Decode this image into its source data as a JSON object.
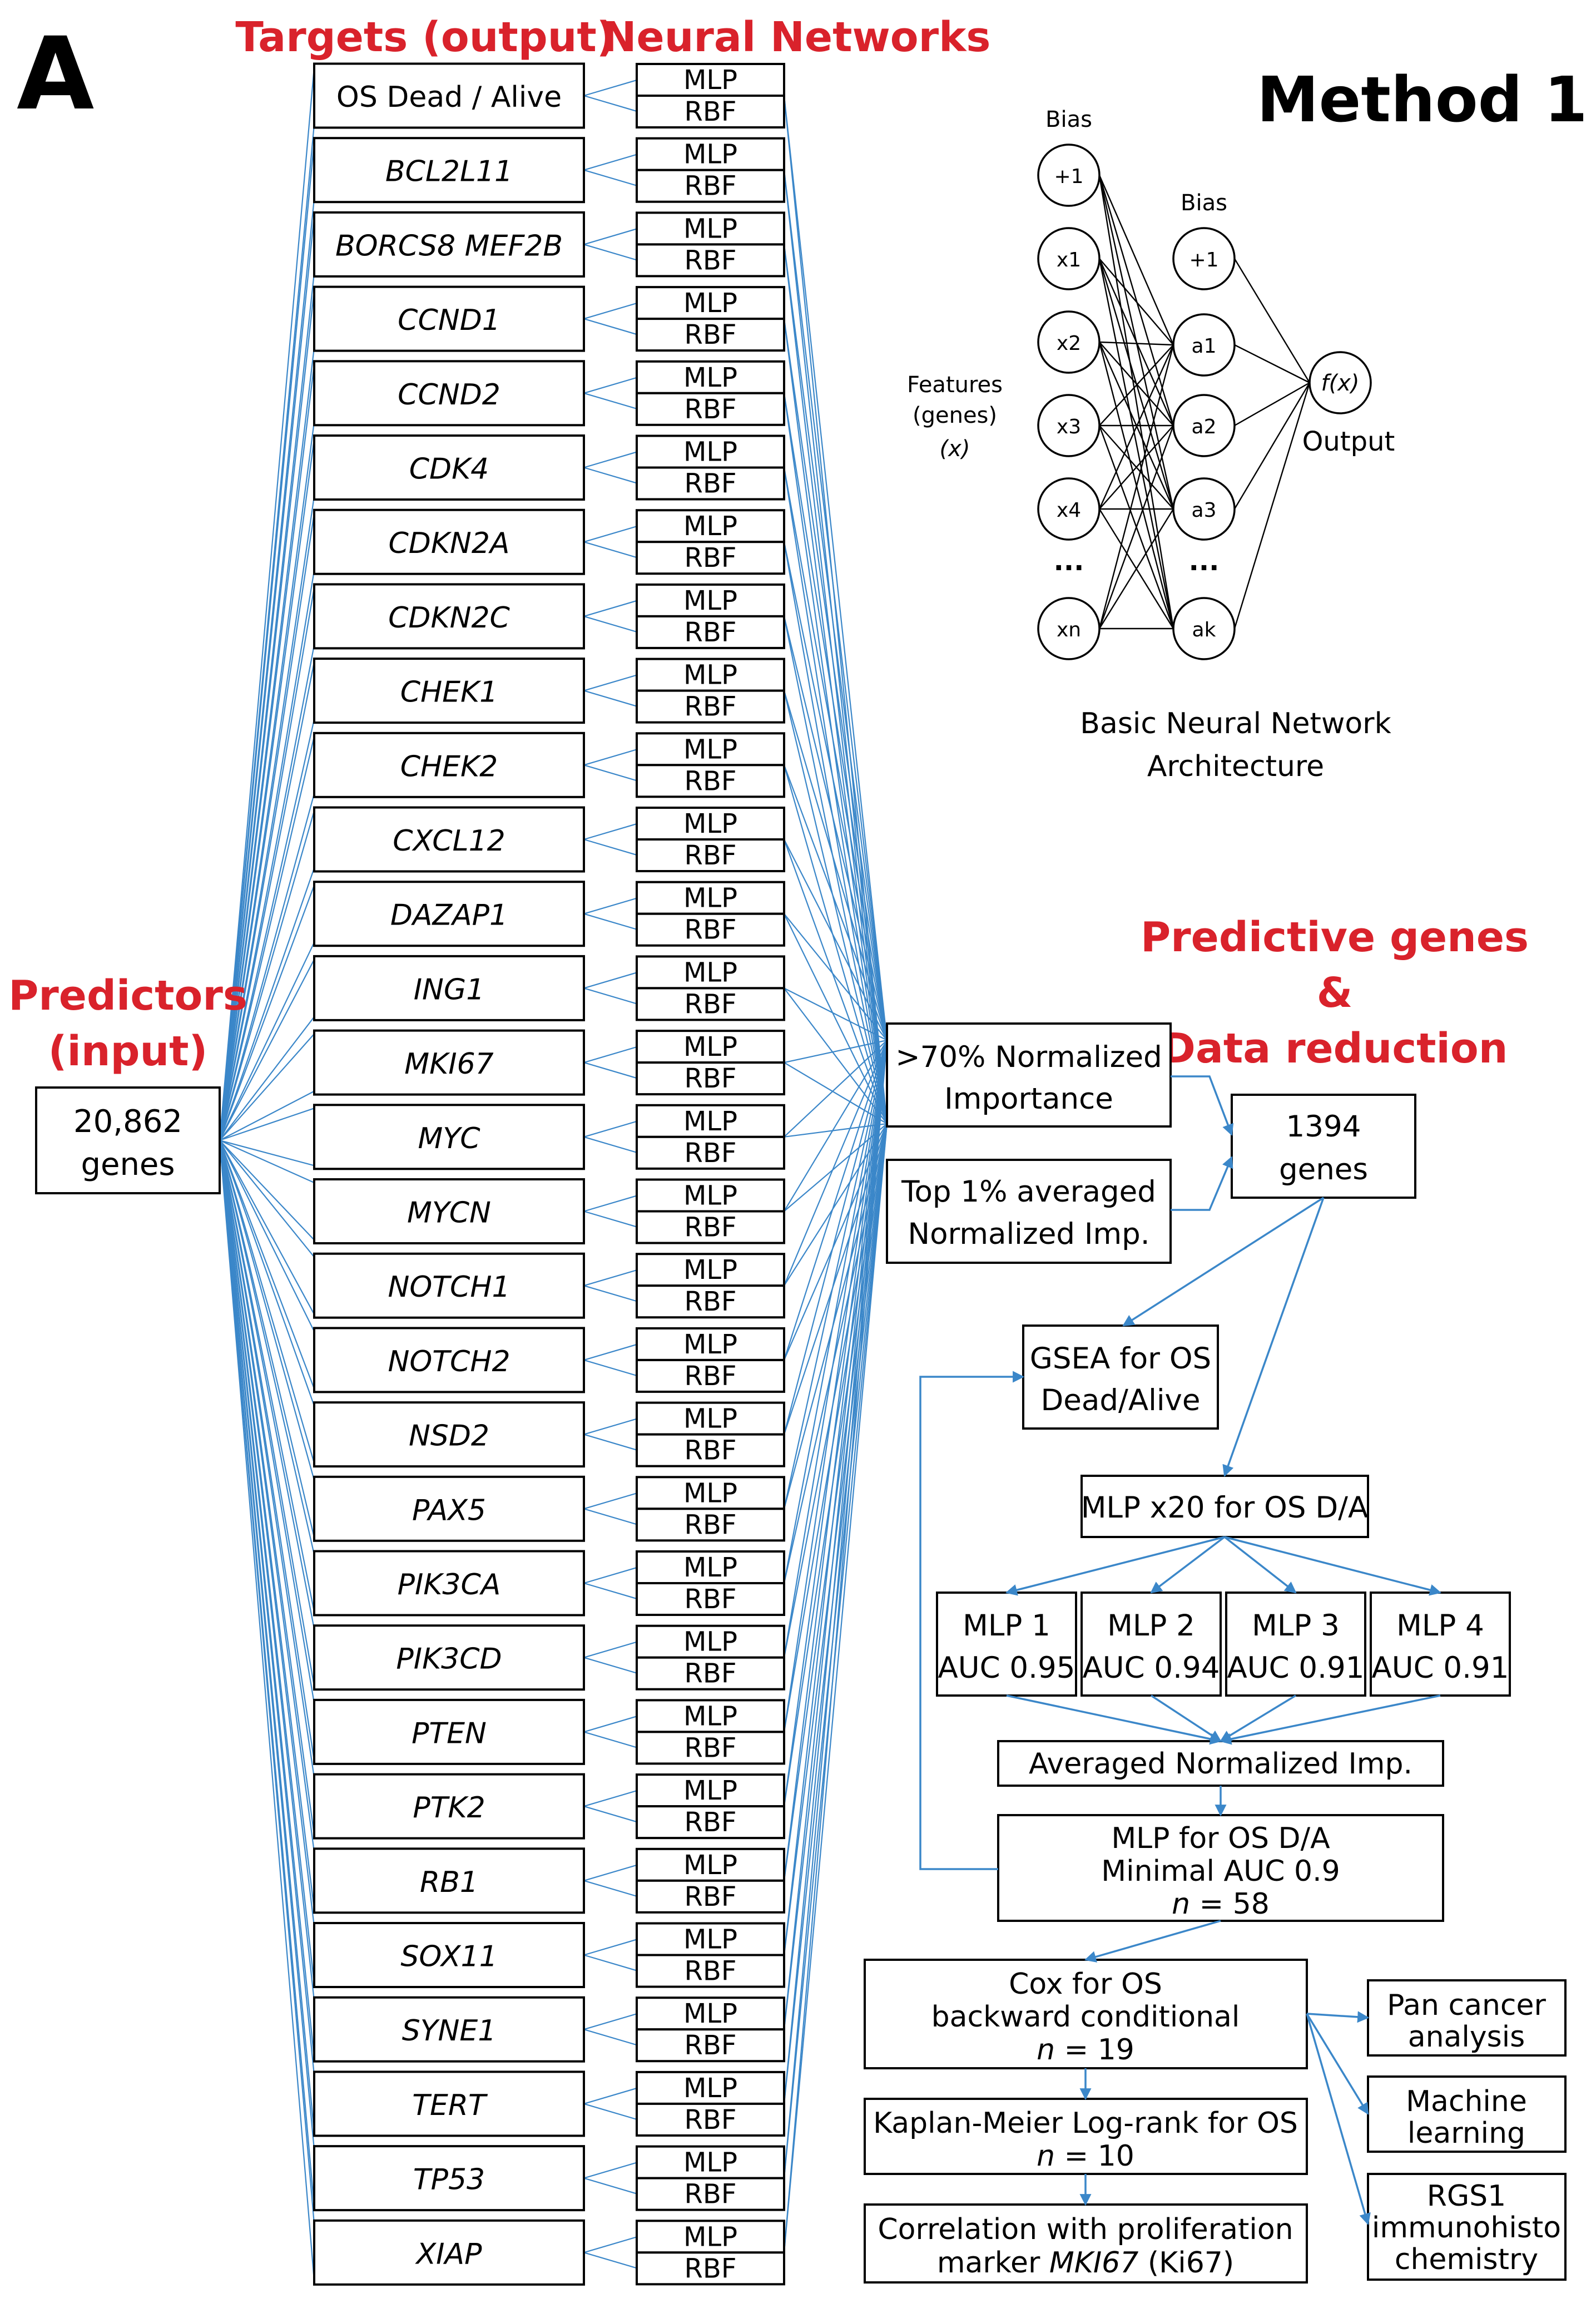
{
  "panel_label": "A",
  "method_title": "Method 1",
  "headers": {
    "targets": "Targets (output)",
    "networks": "Neural Networks",
    "predictors_line1": "Predictors",
    "predictors_line2": "(input)",
    "predictive_line1": "Predictive genes",
    "predictive_line2": "&",
    "predictive_line3": "Data reduction"
  },
  "input_box": {
    "line1": "20,862",
    "line2": "genes"
  },
  "targets": [
    "OS Dead / Alive",
    "BCL2L11",
    "BORCS8 MEF2B",
    "CCND1",
    "CCND2",
    "CDK4",
    "CDKN2A",
    "CDKN2C",
    "CHEK1",
    "CHEK2",
    "CXCL12",
    "DAZAP1",
    "ING1",
    "MKI67",
    "MYC",
    "MYCN",
    "NOTCH1",
    "NOTCH2",
    "NSD2",
    "PAX5",
    "PIK3CA",
    "PIK3CD",
    "PTEN",
    "PTK2",
    "RB1",
    "SOX11",
    "SYNE1",
    "TERT",
    "TP53",
    "XIAP"
  ],
  "nn_labels": {
    "top": "MLP",
    "bottom": "RBF"
  },
  "architecture": {
    "bias_label": "Bias",
    "bias_node": "+1",
    "input_nodes": [
      "+1",
      "x1",
      "x2",
      "x3",
      "x4",
      "xn"
    ],
    "hidden_nodes": [
      "+1",
      "a1",
      "a2",
      "a3",
      "ak"
    ],
    "ellipsis": "...",
    "features_line1": "Features",
    "features_line2": "(genes)",
    "features_line3": "(x)",
    "output_node": "f(x)",
    "output_label": "Output",
    "caption_line1": "Basic Neural Network",
    "caption_line2": "Architecture"
  },
  "flow": {
    "importance": {
      "line1": ">70% Normalized",
      "line2": "Importance"
    },
    "top1": {
      "line1": "Top 1% averaged",
      "line2": "Normalized Imp."
    },
    "genes1394": {
      "line1": "1394",
      "line2": "genes"
    },
    "gsea": {
      "line1": "GSEA for OS",
      "line2": "Dead/Alive"
    },
    "mlp20": "MLP x20 for OS D/A",
    "mlp_models": [
      {
        "name": "MLP 1",
        "auc": "AUC 0.95"
      },
      {
        "name": "MLP 2",
        "auc": "AUC 0.94"
      },
      {
        "name": "MLP 3",
        "auc": "AUC 0.91"
      },
      {
        "name": "MLP 4",
        "auc": "AUC 0.91"
      }
    ],
    "averaged": "Averaged Normalized Imp.",
    "mlp_final": {
      "line1": "MLP for OS D/A",
      "line2": "Minimal AUC 0.9",
      "n_label": "n",
      "n_value": " = 58"
    },
    "cox": {
      "line1": "Cox for OS",
      "line2": "backward conditional",
      "n_label": "n",
      "n_value": " = 19"
    },
    "km": {
      "line1": "Kaplan-Meier Log-rank for OS",
      "n_label": "n",
      "n_value": " = 10"
    },
    "corr": {
      "line1": "Correlation with proliferation",
      "line2_prefix": "marker ",
      "line2_gene": "MKI67",
      "line2_suffix": " (Ki67)"
    },
    "pan": {
      "line1": "Pan cancer",
      "line2": "analysis"
    },
    "ml": {
      "line1": "Machine",
      "line2": "learning"
    },
    "rgs1": {
      "line1": "RGS1",
      "line2": "immunohisto",
      "line3": "chemistry"
    }
  },
  "colors": {
    "accent_red": "#d9222b",
    "wire_blue": "#3b87c9",
    "ink": "#000000"
  }
}
